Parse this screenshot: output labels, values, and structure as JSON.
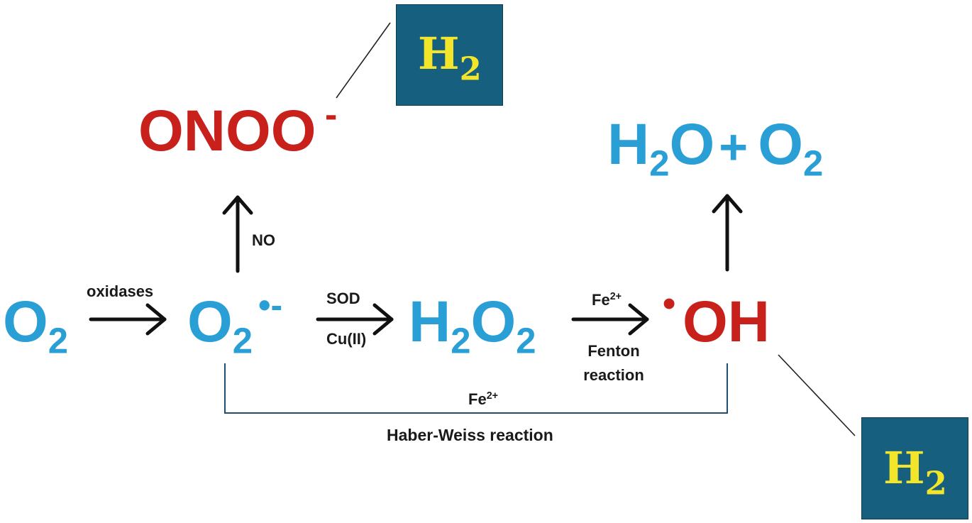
{
  "species": {
    "o2_left": {
      "base": "O",
      "sub": "2"
    },
    "superoxide": {
      "base": "O",
      "sub": "2",
      "radical": "•-"
    },
    "h2o2": {
      "a": "H",
      "a_sub": "2",
      "b": "O",
      "b_sub": "2"
    },
    "hydroxyl": {
      "dot": "•",
      "text": "OH"
    },
    "peroxynitrite": {
      "text": "ONOO",
      "charge": "-"
    },
    "products": {
      "a": "H",
      "a_sub": "2",
      "b": "O",
      "plus": "+",
      "c": "O",
      "c_sub": "2"
    }
  },
  "arrow_labels": {
    "oxidases": "oxidases",
    "no": "NO",
    "sod": "SOD",
    "cu": "Cu(II)",
    "fenton_fe": "Fe",
    "fenton_fe_charge": "2+",
    "fenton_line1": "Fenton",
    "fenton_line2": "reaction",
    "haber_fe": "Fe",
    "haber_fe_charge": "2+",
    "haber_weiss": "Haber-Weiss reaction"
  },
  "h2_badges": [
    {
      "letter": "H",
      "sub": "2"
    },
    {
      "letter": "H",
      "sub": "2"
    }
  ],
  "colors": {
    "non_radical": "#2a9fd6",
    "radical": "#c8211c",
    "badge_bg": "#165f7f",
    "badge_text": "#f3e62a",
    "arrow": "#111111",
    "bracket": "#1f4e73"
  }
}
